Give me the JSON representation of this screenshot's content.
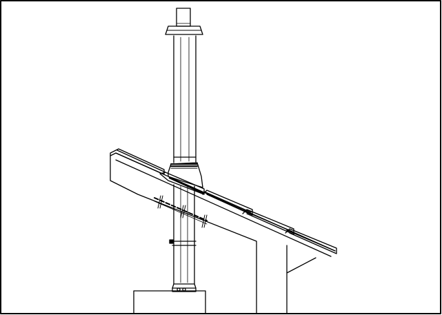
{
  "diagram": {
    "components": [
      "terminal-cap",
      "rain-collar",
      "vertical-flue-pipe",
      "roof-flashing",
      "roof-tiles",
      "roof-battens",
      "pipe-clamp",
      "boiler-casing",
      "ceiling-wall"
    ],
    "colors": {
      "line": "#000000",
      "fill": "#ffffff",
      "frame": "#000000"
    }
  }
}
